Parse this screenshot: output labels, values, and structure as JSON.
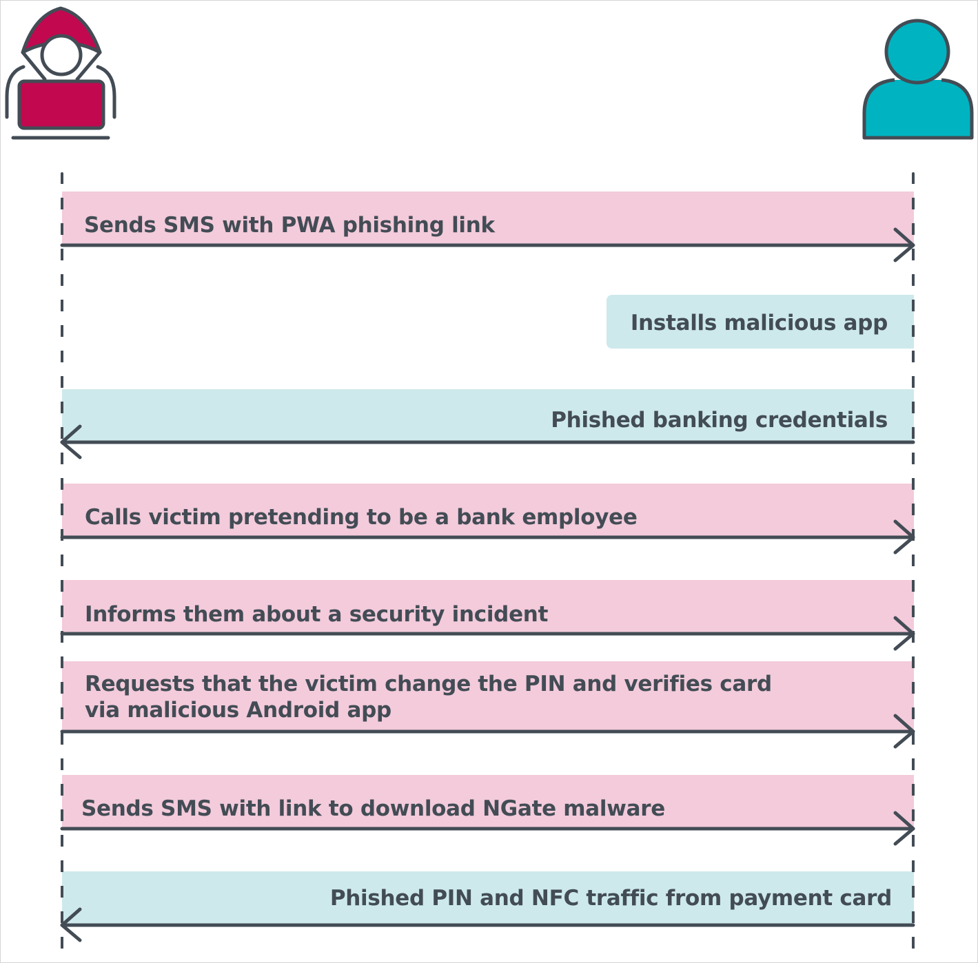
{
  "actors": {
    "attacker": {
      "name": "attacker",
      "icon": "hooded-hacker-icon",
      "color": "#c2084f"
    },
    "victim": {
      "name": "victim",
      "icon": "user-icon",
      "color": "#00b3c1"
    }
  },
  "colors": {
    "outgoing_band": "#f3cbdb",
    "incoming_band": "#cde9ec",
    "line": "#434c55",
    "text": "#434c55"
  },
  "messages": [
    {
      "text": "Sends SMS with PWA phishing link",
      "direction": "attacker-to-victim",
      "type": "arrow"
    },
    {
      "text": "Installs malicious app",
      "direction": "victim-self",
      "type": "note"
    },
    {
      "text": "Phished banking credentials",
      "direction": "victim-to-attacker",
      "type": "arrow"
    },
    {
      "text": "Calls victim pretending to be a bank employee",
      "direction": "attacker-to-victim",
      "type": "arrow"
    },
    {
      "text": "Informs them about a security incident",
      "direction": "attacker-to-victim",
      "type": "arrow"
    },
    {
      "text_line1": "Requests that the victim change the PIN and verifies card",
      "text_line2": "via malicious Android app",
      "direction": "attacker-to-victim",
      "type": "arrow"
    },
    {
      "text": "Sends SMS with link to download NGate malware",
      "direction": "attacker-to-victim",
      "type": "arrow"
    },
    {
      "text": "Phished PIN and NFC traffic from payment card",
      "direction": "victim-to-attacker",
      "type": "arrow"
    }
  ]
}
